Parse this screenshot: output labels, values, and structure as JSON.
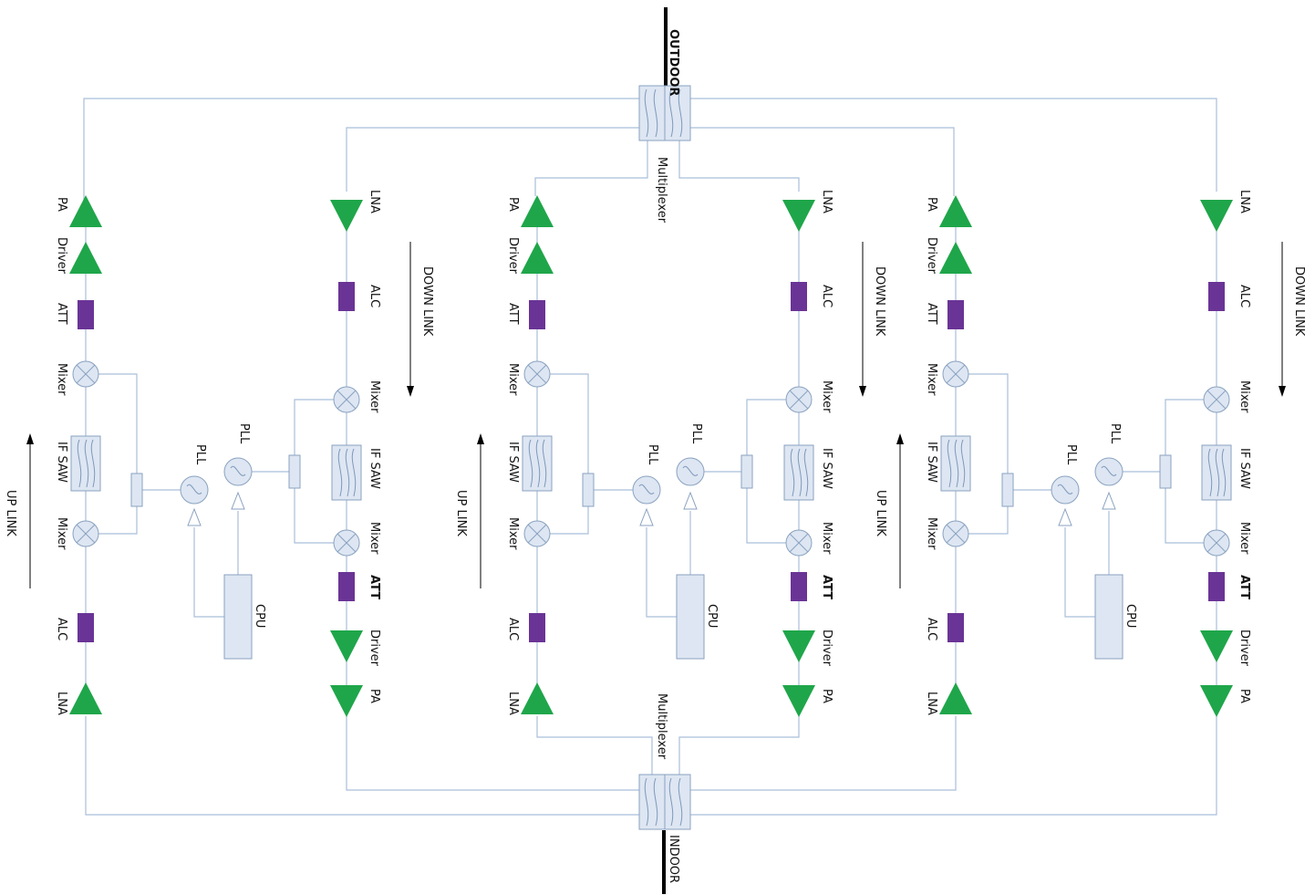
{
  "labels": {
    "outdoor": "OUTDOOR",
    "indoor": "INDOOR",
    "multiplexer": "Multiplexer",
    "pa": "PA",
    "driver": "Driver",
    "att": "ATT",
    "mixer": "Mixer",
    "if_saw": "IF SAW",
    "alc": "ALC",
    "lna": "LNA",
    "pll": "PLL",
    "cpu": "CPU",
    "up_link": "UP   LINK",
    "down_link": "DOWN   LINK"
  },
  "colors": {
    "amplifier": "#1fa64a",
    "attenuator": "#6a3496",
    "wire": "#a9bfd9",
    "box_fill": "#dde6f2"
  }
}
